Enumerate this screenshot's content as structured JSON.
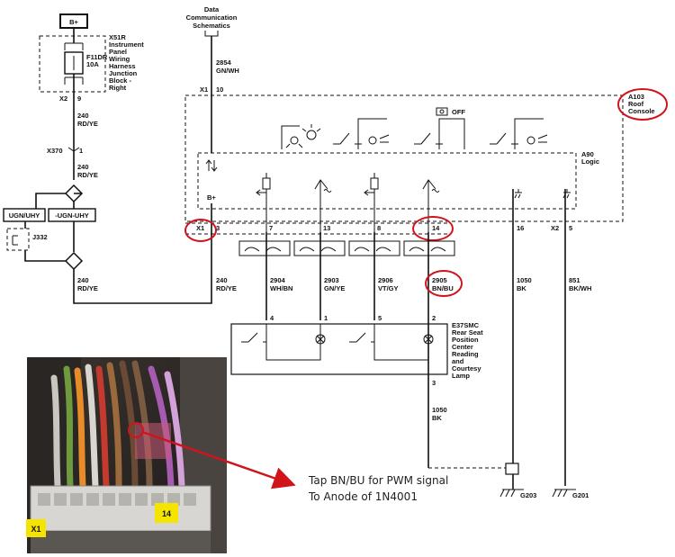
{
  "top_ref": [
    "Data",
    "Communication",
    "Schematics"
  ],
  "bplus_label": "B+",
  "x51r": [
    "X51R",
    "Instrument",
    "Panel",
    "Wiring",
    "Harness",
    "Junction",
    "Block -",
    "Right"
  ],
  "fuse": [
    "F11DR",
    "10A"
  ],
  "x2_9": {
    "conn": "X2",
    "pin": "9"
  },
  "wire_240_a": [
    "240",
    "RD/YE"
  ],
  "x370": {
    "conn": "X370",
    "pin": "1"
  },
  "wire_240_b": [
    "240",
    "RD/YE"
  ],
  "ugn_left": "UGN/UHY",
  "ugn_right": "-UGN-UHY",
  "j332": "J332",
  "wire_240_c": [
    "240",
    "RD/YE"
  ],
  "wire_240_d": [
    "240",
    "RD/YE"
  ],
  "wire_2854": [
    "2854",
    "GN/WH"
  ],
  "x1_10": {
    "conn": "X1",
    "pin": "10"
  },
  "a103": [
    "A103",
    "Roof",
    "Console"
  ],
  "a90": [
    "A90",
    "Logic"
  ],
  "off_label": "OFF",
  "bplus_inner": "B+",
  "x1_label": "X1",
  "pins_top": [
    "3",
    "7",
    "13",
    "8",
    "14",
    "16"
  ],
  "x2_5": {
    "conn": "X2",
    "pin": "5"
  },
  "wires": [
    {
      "num": "2904",
      "color": "WH/BN"
    },
    {
      "num": "2903",
      "color": "GN/YE"
    },
    {
      "num": "2906",
      "color": "VT/GY"
    },
    {
      "num": "2905",
      "color": "BN/BU"
    },
    {
      "num": "1050",
      "color": "BK"
    },
    {
      "num": "851",
      "color": "BK/WH"
    }
  ],
  "pins_bottom": [
    "4",
    "1",
    "5",
    "2"
  ],
  "e37": [
    "E37SMC",
    "Rear Seat",
    "Position",
    "Center",
    "Reading",
    "and",
    "Courtesy",
    "Lamp"
  ],
  "pin3": "3",
  "wire_1050_b": [
    "1050",
    "BK"
  ],
  "ground_left": "G203",
  "ground_right": "G201",
  "photo_x1": "X1",
  "photo_14": "14",
  "note": [
    "Tap BN/BU for PWM signal",
    "To Anode of 1N4001"
  ],
  "colors": {
    "annotation": "#d0141c",
    "photo_label_bg": "#f5e400"
  }
}
